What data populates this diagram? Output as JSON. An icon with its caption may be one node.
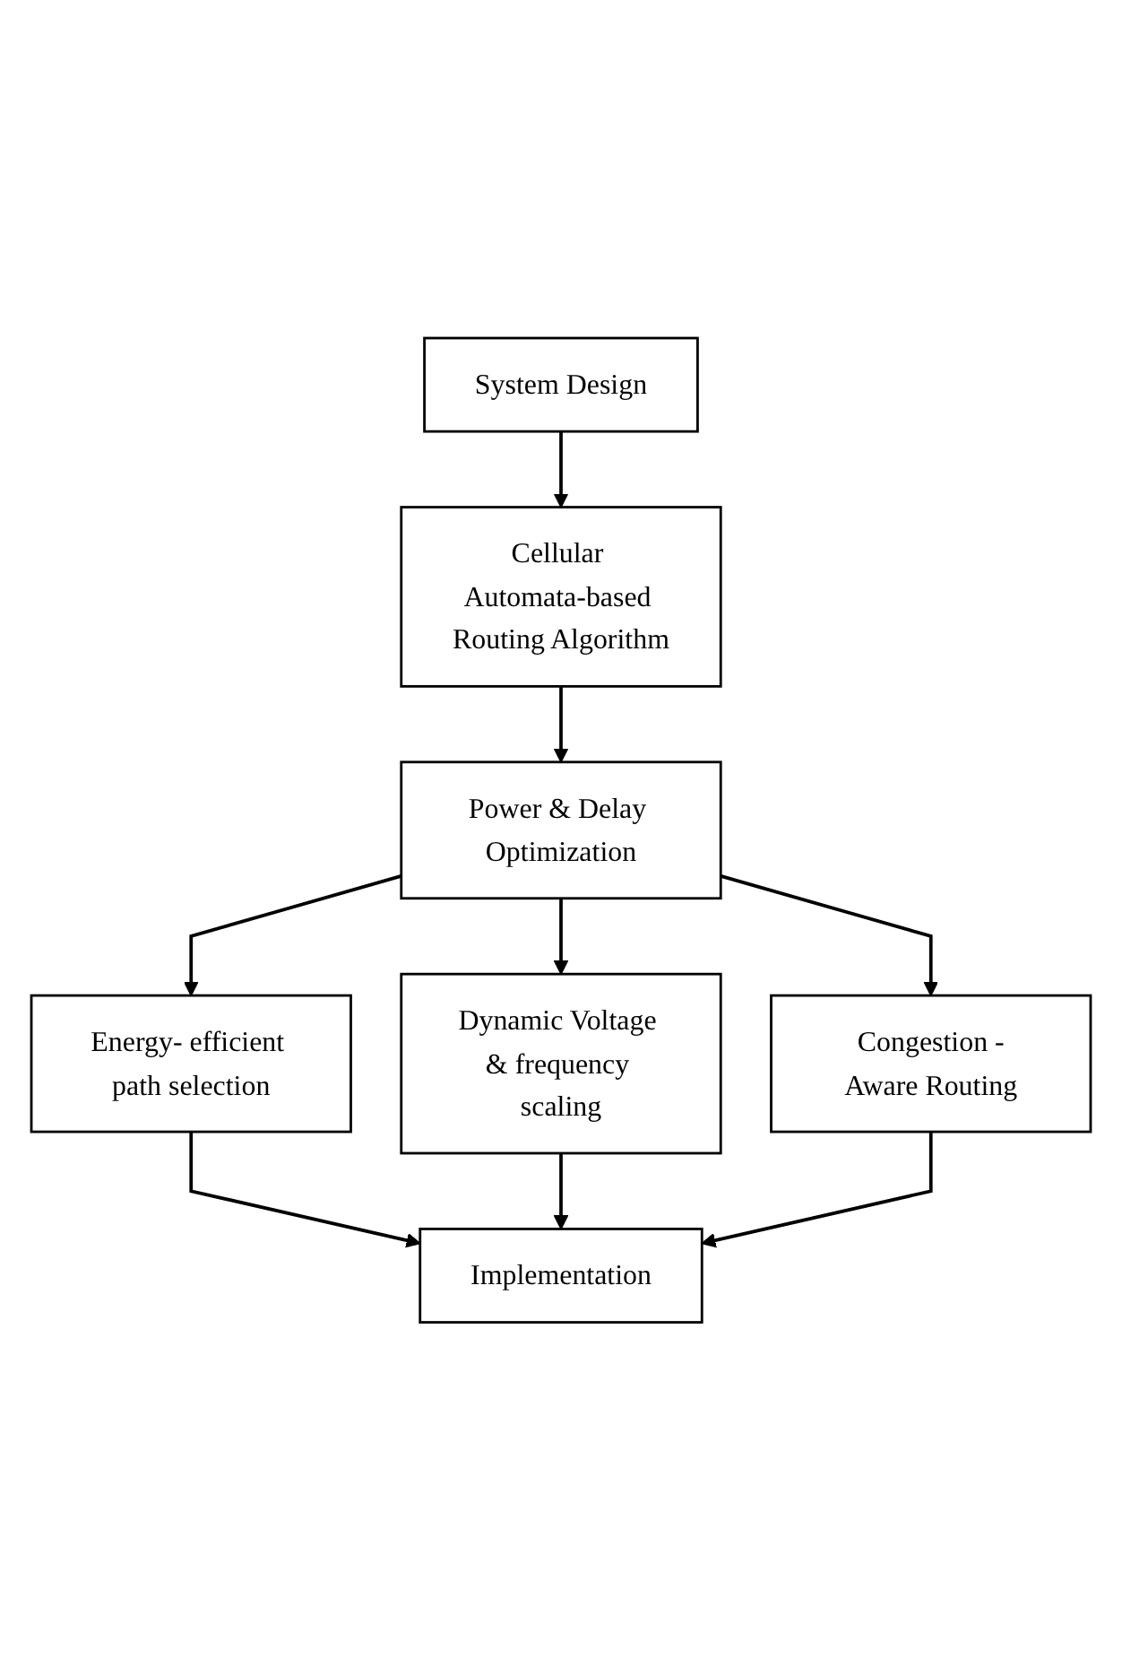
{
  "diagram": {
    "nodes": [
      {
        "text": [
          "System Design"
        ]
      },
      {
        "text": [
          "Cellular Automata-based Routing Algorithm"
        ]
      },
      {
        "text": [
          "Power & Delay Optimization"
        ]
      },
      {
        "text": [
          "Energy- efficient path selection"
        ]
      },
      {
        "text": [
          "Dynamic Voltage & frequency scaling"
        ]
      },
      {
        "text": [
          "Congestion -Aware Routing"
        ]
      },
      {
        "text": [
          "Implementation"
        ]
      }
    ],
    "edges": [
      {
        "from": 0,
        "to": 1,
        "arrow": "to"
      },
      {
        "from": 1,
        "to": 2,
        "arrow": "to"
      },
      {
        "from": 2,
        "to": 3,
        "arrow": "to"
      },
      {
        "from": 2,
        "to": 4,
        "arrow": "to"
      },
      {
        "from": 2,
        "to": 5,
        "arrow": "to"
      },
      {
        "from": 3,
        "to": 6,
        "arrow": "to"
      },
      {
        "from": 4,
        "to": 6,
        "arrow": "to"
      },
      {
        "from": 5,
        "to": 6,
        "arrow": "to"
      }
    ]
  }
}
